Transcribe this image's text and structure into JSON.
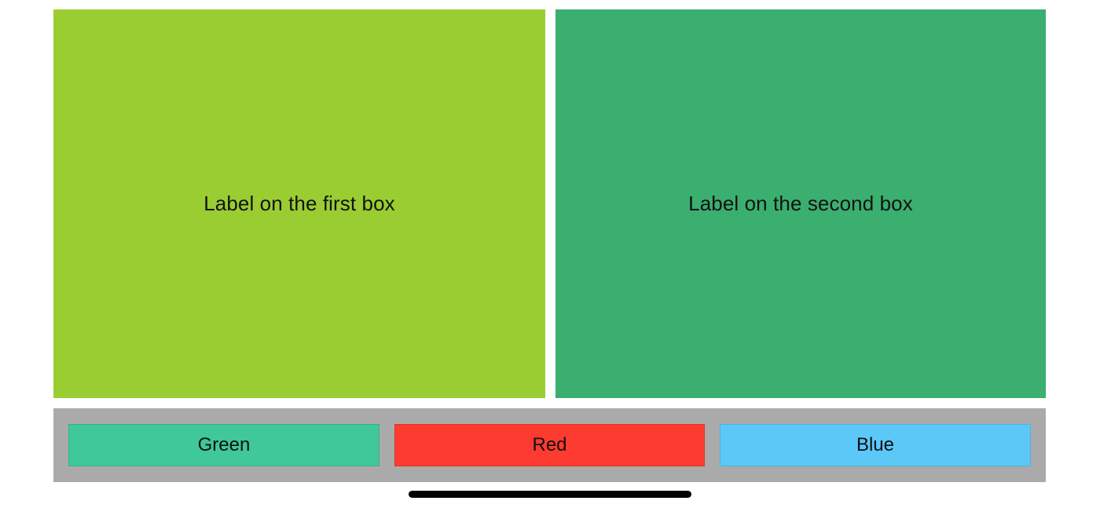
{
  "app": {
    "background_color": "#ffffff"
  },
  "boxes": {
    "items": [
      {
        "name": "first-box",
        "label": "Label on the first box",
        "color": "#9ACD32"
      },
      {
        "name": "second-box",
        "label": "Label on the second box",
        "color": "#3AAF6F"
      }
    ]
  },
  "toolbar": {
    "background_color": "#AAAAAA",
    "buttons": [
      {
        "name": "green-button",
        "label": "Green",
        "color": "#40C79A"
      },
      {
        "name": "red-button",
        "label": "Red",
        "color": "#FD3B30"
      },
      {
        "name": "blue-button",
        "label": "Blue",
        "color": "#5BC8F8"
      }
    ]
  },
  "home_indicator": {
    "color": "#000000"
  }
}
